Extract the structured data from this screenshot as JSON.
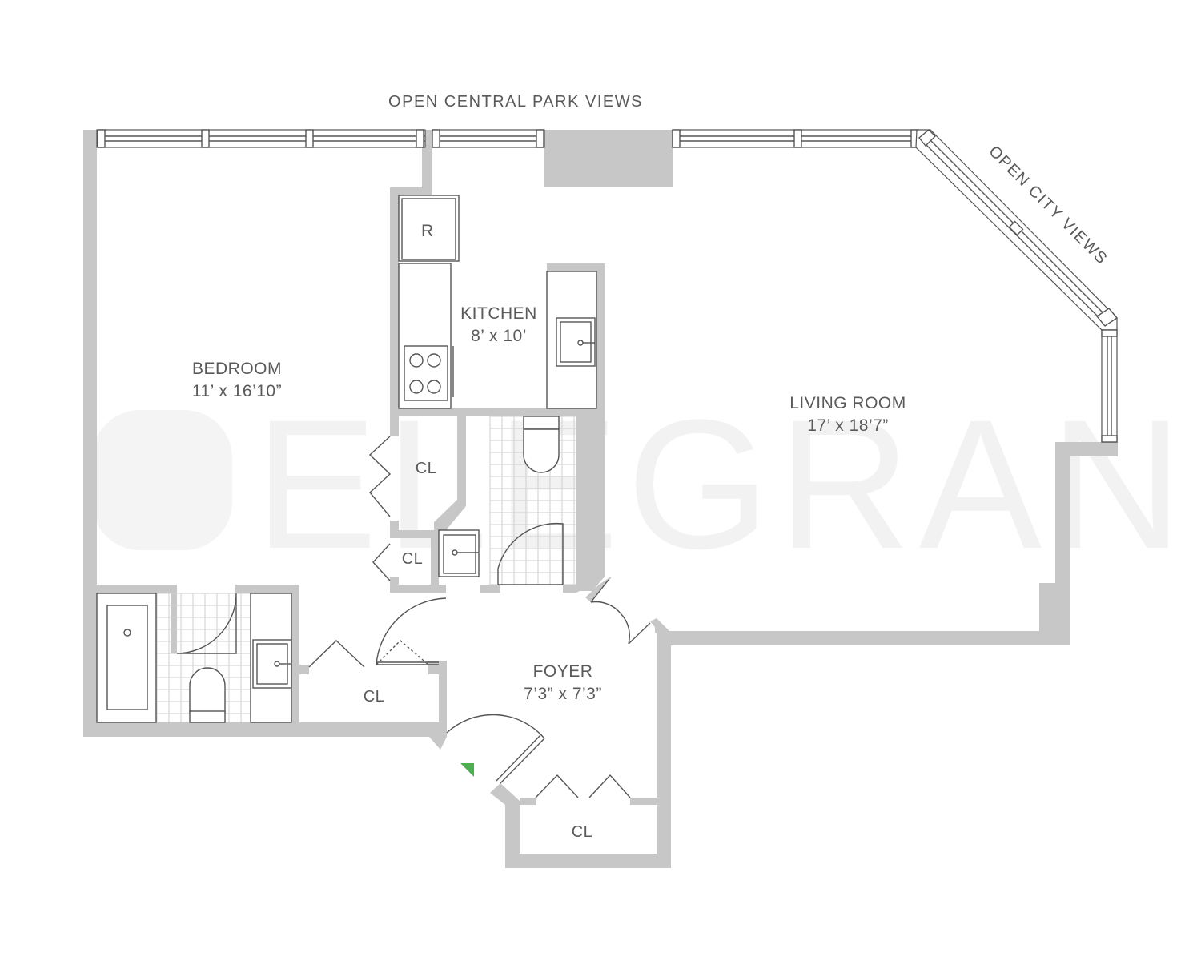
{
  "views": {
    "north": "OPEN CENTRAL PARK VIEWS",
    "east": "OPEN CITY VIEWS"
  },
  "watermark": "ELEGRAN",
  "rooms": {
    "bedroom": {
      "name": "BEDROOM",
      "dims": "11’ x 16’10”"
    },
    "kitchen": {
      "name": "KITCHEN",
      "dims": "8’ x 10’"
    },
    "living": {
      "name": "LIVING ROOM",
      "dims": "17’ x 18’7”"
    },
    "foyer": {
      "name": "FOYER",
      "dims": "7’3” x 7’3”"
    }
  },
  "closets": [
    "CL",
    "CL",
    "CL",
    "CL"
  ],
  "fridge": "R",
  "colors": {
    "wall": "#c8c7c8",
    "line": "#555555",
    "entry_marker": "#4caf50"
  }
}
